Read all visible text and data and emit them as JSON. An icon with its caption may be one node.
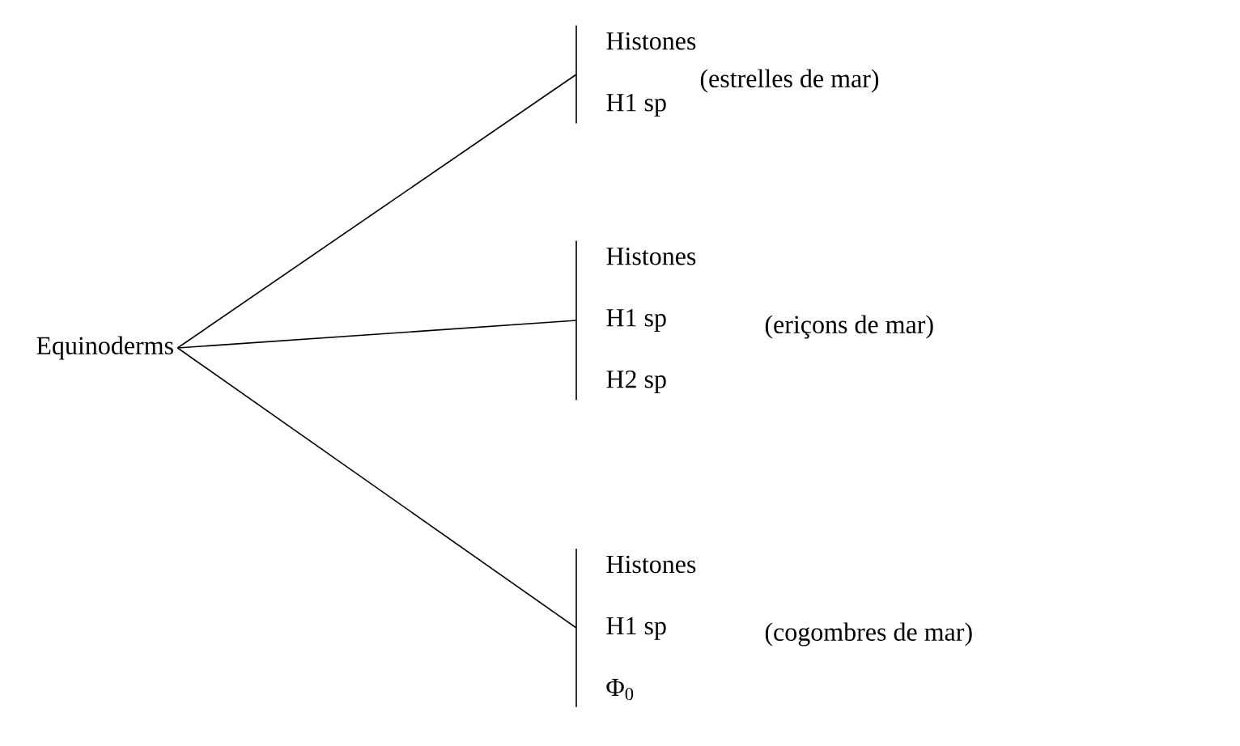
{
  "diagram": {
    "nodes": [
      {
        "text": [
          "Equinoderms"
        ]
      },
      {
        "text": [
          "Histones",
          "H1 sp"
        ],
        "beside": [
          "(estrelles de mar)"
        ]
      },
      {
        "text": [
          "Histones",
          "H1 sp",
          "H2 sp"
        ],
        "beside": [
          "(eriçons de mar)"
        ]
      },
      {
        "text": [
          "Histones",
          "H1 sp",
          "Φ$_{0}$"
        ],
        "beside": [
          "(cogombres de mar)"
        ]
      }
    ],
    "edges": [
      {
        "from": 0,
        "to": 1,
        "arrow": "none"
      },
      {
        "from": 0,
        "to": 2,
        "arrow": "none"
      },
      {
        "from": 0,
        "to": 3,
        "arrow": "none"
      }
    ]
  }
}
